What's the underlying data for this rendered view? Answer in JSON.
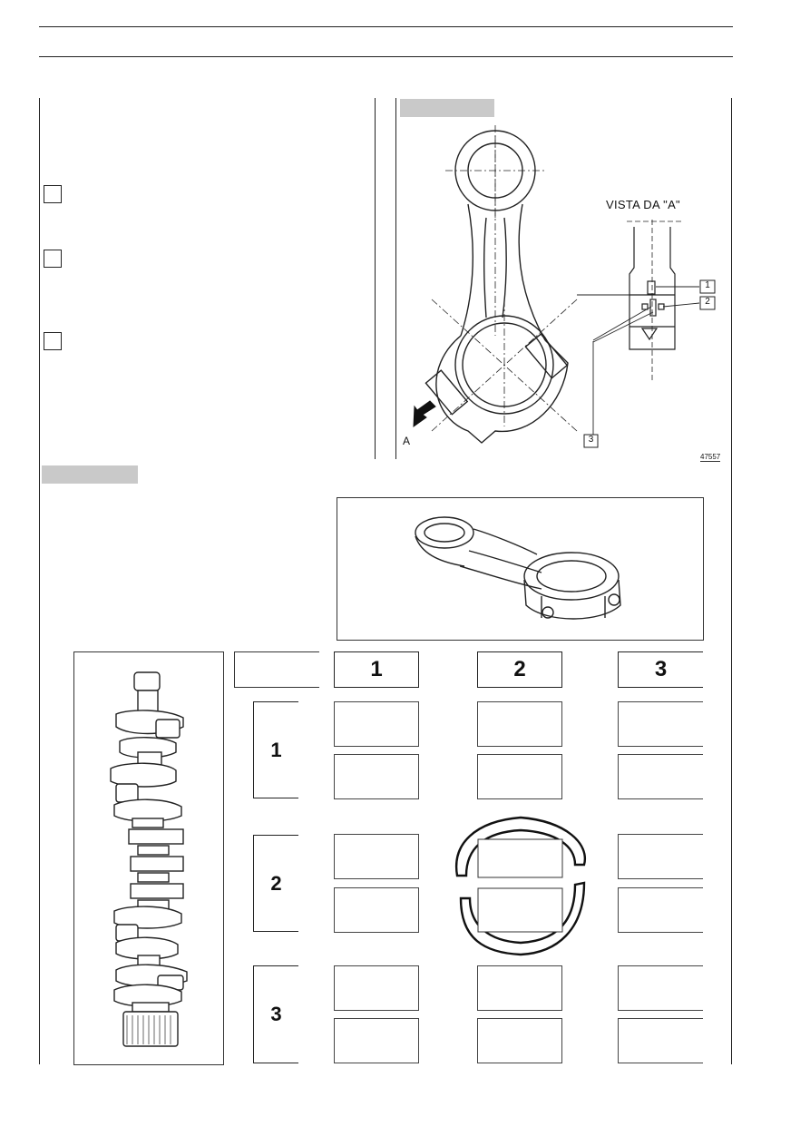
{
  "figure_top": {
    "view_label": "VISTA DA \"A\"",
    "arrow_label": "A",
    "callouts": [
      "1",
      "2",
      "3"
    ],
    "figure_number": "47557"
  },
  "grid": {
    "column_headers": [
      "1",
      "2",
      "3"
    ],
    "row_labels": [
      "1",
      "2",
      "3"
    ]
  },
  "icons": {
    "con_rod_diagram": "connecting-rod-technical-drawing",
    "con_rod_perspective": "connecting-rod-illustration",
    "crankshaft": "crankshaft-illustration",
    "bearing_shells": "bearing-half-shells-illustration"
  }
}
